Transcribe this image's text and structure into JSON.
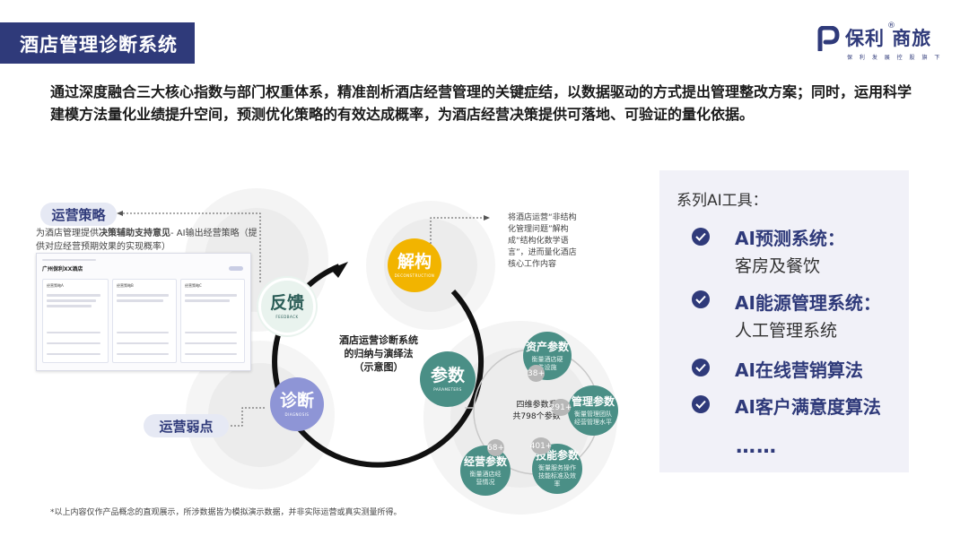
{
  "header": {
    "title": "酒店管理诊断系统",
    "logo_text": "保利 商旅",
    "logo_slogan": "保 利 发 展 控 股 旗 下",
    "colors": {
      "brand": "#2f3a7a",
      "teal": "#4a8f86",
      "yellow": "#f2b400",
      "lavender": "#8e95d6"
    }
  },
  "intro": "通过深度融合三大核心指数与部门权重体系，精准剖析酒店经营管理的关键症结，以数据驱动的方式提出管理整改方案；同时，运用科学建模方法量化业绩提升空间，预测优化策略的有效达成概率，为酒店经营决策提供可落地、可验证的量化依据。",
  "diagram": {
    "center_label": [
      "酒店运营诊断系统",
      "的归纳与演绎法",
      "（示意图）"
    ],
    "nodes": {
      "jiegou": {
        "cn": "解构",
        "en": "DECONSTRUCTION"
      },
      "canshu": {
        "cn": "参数",
        "en": "PARAMETERS"
      },
      "zhenduan": {
        "cn": "诊断",
        "en": "DIAGNOSIS"
      },
      "fankui": {
        "cn": "反馈",
        "en": "FEEDBACK"
      }
    },
    "deconstruct_note": [
      "将酒店运营“非结构",
      "化管理问题”解构",
      "成“结构化数学语",
      "言”，进而量化酒店",
      "核心工作内容"
    ],
    "strategy_label": "运营策略",
    "strategy_note_plain": "为酒店管理提供",
    "strategy_note_bold": "决策辅助支持意见",
    "strategy_note_rest": "- AI输出经营策略（提供对应经营预期效果的实现概率）",
    "weakness_label": "运营弱点",
    "params_center": [
      "四维参数系",
      "共798个参数"
    ],
    "sub_params": [
      {
        "name": "资产参数",
        "desc": "衡量酒店硬件设施",
        "count": "38+"
      },
      {
        "name": "管理参数",
        "desc": "衡量管理团队经营管理水平",
        "count": "291+"
      },
      {
        "name": "技能参数",
        "desc": "衡量服务操作技能标准及效率",
        "count": "401+"
      },
      {
        "name": "经营参数",
        "desc": "衡量酒店经营情况",
        "count": "68+"
      }
    ]
  },
  "mockup": {
    "hotel": "广州保利XX酒店",
    "cards": [
      "经营策略A",
      "经营策略B",
      "经营策略C"
    ]
  },
  "panel": {
    "title": "系列AI工具：",
    "tools": [
      {
        "name": "AI预测系统：",
        "sub": "客房及餐饮"
      },
      {
        "name": "AI能源管理系统：",
        "sub": "人工管理系统"
      },
      {
        "name": "AI在线营销算法",
        "sub": ""
      },
      {
        "name": "AI客户满意度算法",
        "sub": ""
      }
    ],
    "more": "……"
  },
  "footnote": "*以上内容仅作产品概念的直观展示，所涉数据皆为模拟演示数据，并非实际运营或真实测量所得。"
}
